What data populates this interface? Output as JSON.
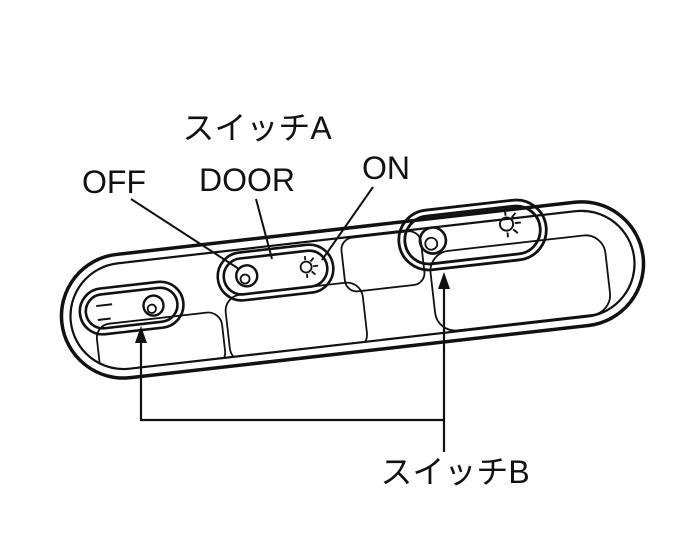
{
  "diagram": {
    "description": "Overhead interior dome light panel with three switches",
    "labels": {
      "switch_a": "スイッチA",
      "off": "OFF",
      "door": "DOOR",
      "on": "ON",
      "switch_b": "スイッチB"
    },
    "colors": {
      "line": "#111111",
      "switch_fill": "#b0b0b0",
      "knob_fill": "#d6d6d6",
      "background": "#ffffff"
    }
  }
}
